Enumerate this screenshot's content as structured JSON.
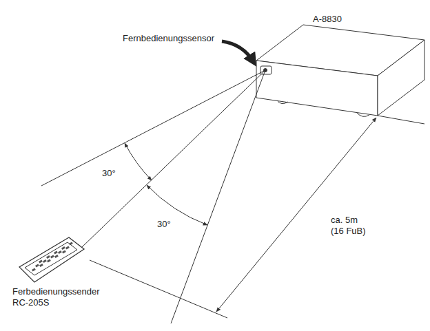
{
  "diagram": {
    "labels": [
      "A-8830",
      "Fernbedienungssensor",
      "30°",
      "30°",
      "ca. 5m (16 FuB)",
      "Ferbedienungssender RC-205S"
    ]
  }
}
